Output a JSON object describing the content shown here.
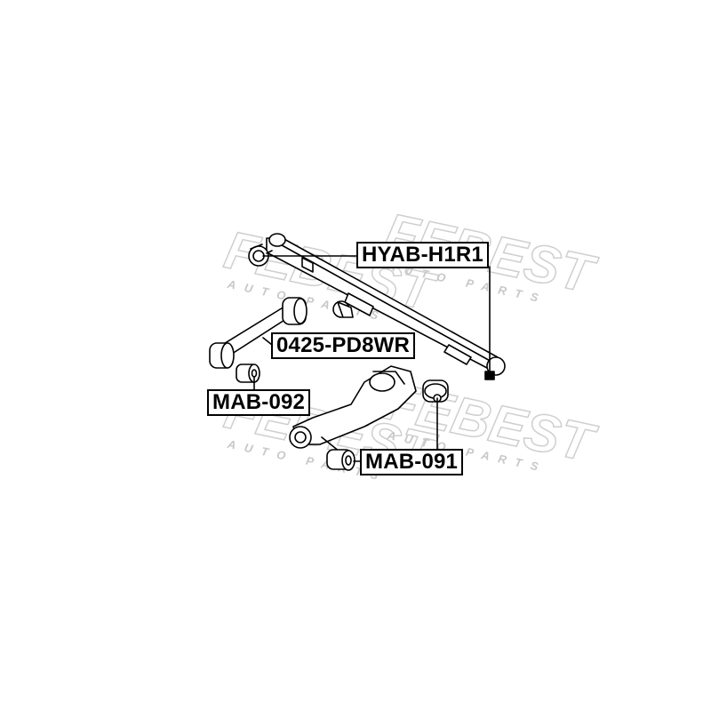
{
  "watermark": {
    "brand": "FEBEST",
    "subtitle": "AUTO PARTS"
  },
  "labels": {
    "hyab": "HYAB-H1R1",
    "pd8wr": "0425-PD8WR",
    "mab092": "MAB-092",
    "mab091": "MAB-091"
  },
  "colors": {
    "line": "#000000",
    "watermark": "#d8d8d8",
    "background": "#ffffff"
  }
}
